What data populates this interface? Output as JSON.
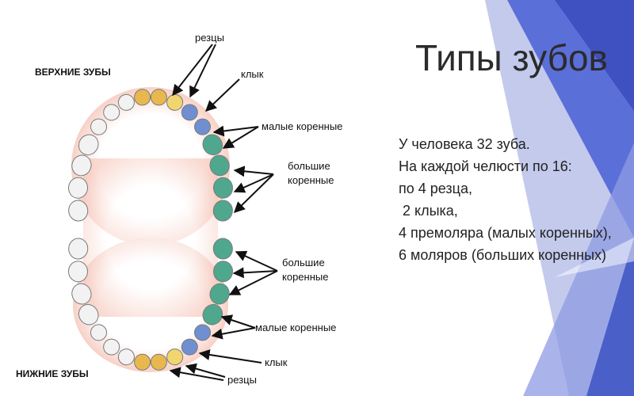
{
  "title": "Типы зубов",
  "body_lines": [
    "У человека 32 зуба.",
    "На каждой челюсти по 16:",
    "по 4 резца,",
    " 2 клыка,",
    "4 премоляра (малых коренных),",
    "6 моляров (больших коренных)"
  ],
  "labels": {
    "upper_teeth": "ВЕРХНИЕ ЗУБЫ",
    "lower_teeth": "НИЖНИЕ ЗУБЫ",
    "incisors_top": "резцы",
    "canine_top": "клык",
    "premolars_top": "малые коренные",
    "molars_top_1": "большие",
    "molars_top_2": "коренные",
    "molars_bottom_1": "большие",
    "molars_bottom_2": "коренные",
    "premolars_bottom": "малые коренные",
    "canine_bottom": "клык",
    "incisors_bottom": "резцы"
  },
  "colors": {
    "incisor": "#e8b84f",
    "canine": "#f1d66f",
    "premolar": "#6f8fd0",
    "molar": "#4fa88e",
    "plain_tooth": "#f2f2f2",
    "gum": "#f3b5a5",
    "accent_blue": "#4a5fc8"
  }
}
